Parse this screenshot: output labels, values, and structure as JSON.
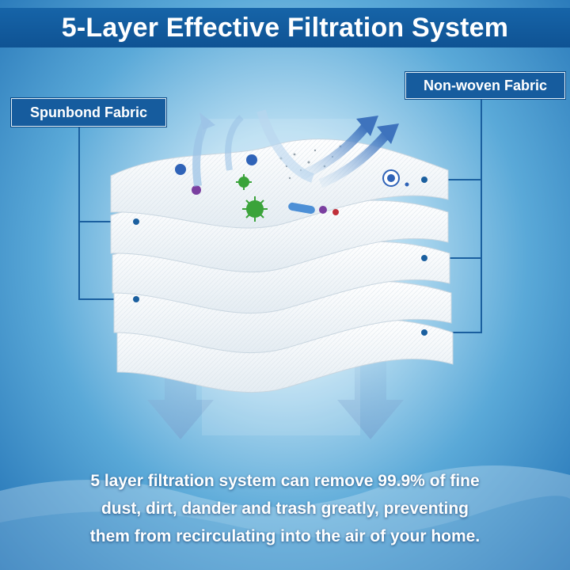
{
  "header": {
    "title": "5-Layer Effective Filtration System"
  },
  "labels": {
    "left": "Spunbond Fabric",
    "right": "Non-woven Fabric"
  },
  "caption": {
    "lines": [
      "5 layer filtration system can remove 99.9% of fine",
      "dust, dirt, dander and trash greatly, preventing",
      "them from recirculating into the air of your home."
    ]
  },
  "colors": {
    "header_bg": "#1664a8",
    "tag_bg": "#165c9e",
    "leader_line": "#1a5f9f",
    "germ_green": "#3aa33a",
    "germ_blue": "#2f63b8",
    "germ_purple": "#7a3fa0",
    "germ_red": "#c0303a"
  },
  "icons": [
    "airflow-arrow-icon",
    "germ-icon",
    "bacteria-icon",
    "dust-particle-icon"
  ]
}
